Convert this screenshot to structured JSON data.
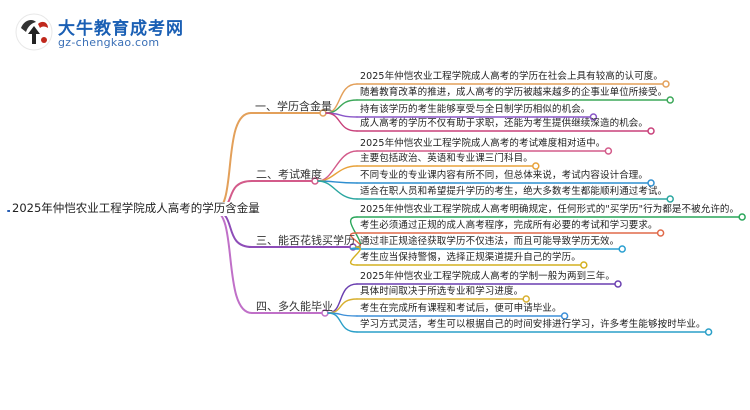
{
  "header": {
    "site_name": "大牛教育成考网",
    "site_url": "gz-chengkao.com"
  },
  "root": "2025年仲恺农业工程学院成人高考的学历含金量",
  "branches": [
    {
      "label": "一、学历含金量",
      "color": "#e3a05a",
      "leaves": [
        "2025年仲恺农业工程学院成人高考的学历在社会上具有较高的认可度。",
        "随着教育改革的推进，成人高考的学历被越来越多的企事业单位所接受。",
        "持有该学历的考生能够享受与全日制学历相似的机会。",
        "成人高考的学历不仅有助于求职，还能为考生提供继续深造的机会。"
      ],
      "leaf_colors": [
        "#e3a05a",
        "#3da85a",
        "#8a56c8",
        "#c8407a"
      ]
    },
    {
      "label": "二、考试难度",
      "color": "#d35b8a",
      "leaves": [
        "2025年仲恺农业工程学院成人高考的考试难度相对适中。",
        "主要包括政治、英语和专业课三门科目。",
        "不同专业的专业课内容有所不同，但总体来说，考试内容设计合理。",
        "适合在职人员和希望提升学历的考生，绝大多数考生都能顺利通过考试。"
      ],
      "leaf_colors": [
        "#d35b8a",
        "#e8a23a",
        "#2f8fd0",
        "#2aa6a0"
      ]
    },
    {
      "label": "三、能否花钱买学历",
      "color": "#8e4db8",
      "leaves": [
        "2025年仲恺农业工程学院成人高考明确规定，任何形式的\"买学历\"行为都是不被允许的。",
        "考生必须通过正规的成人高考程序，完成所有必要的考试和学习要求。",
        "通过非正规途径获取学历不仅违法，而且可能导致学历无效。",
        "考生应当保持警惕，选择正规渠道提升自己的学历。"
      ],
      "leaf_colors": [
        "#2aa65a",
        "#e06a4a",
        "#2a9fd0",
        "#d4b020"
      ]
    },
    {
      "label": "四、多久能毕业",
      "color": "#c070c8",
      "leaves": [
        "2025年仲恺农业工程学院成人高考的学制一般为两到三年。",
        "具体时间取决于所选专业和学习进度。",
        "考生在完成所有课程和考试后，便可申请毕业。",
        "学习方式灵活，考生可以根据自己的时间安排进行学习，许多考生能够按时毕业。"
      ],
      "leaf_colors": [
        "#6a3fb0",
        "#d8b030",
        "#3d8fd8",
        "#2a9fc8"
      ]
    }
  ]
}
